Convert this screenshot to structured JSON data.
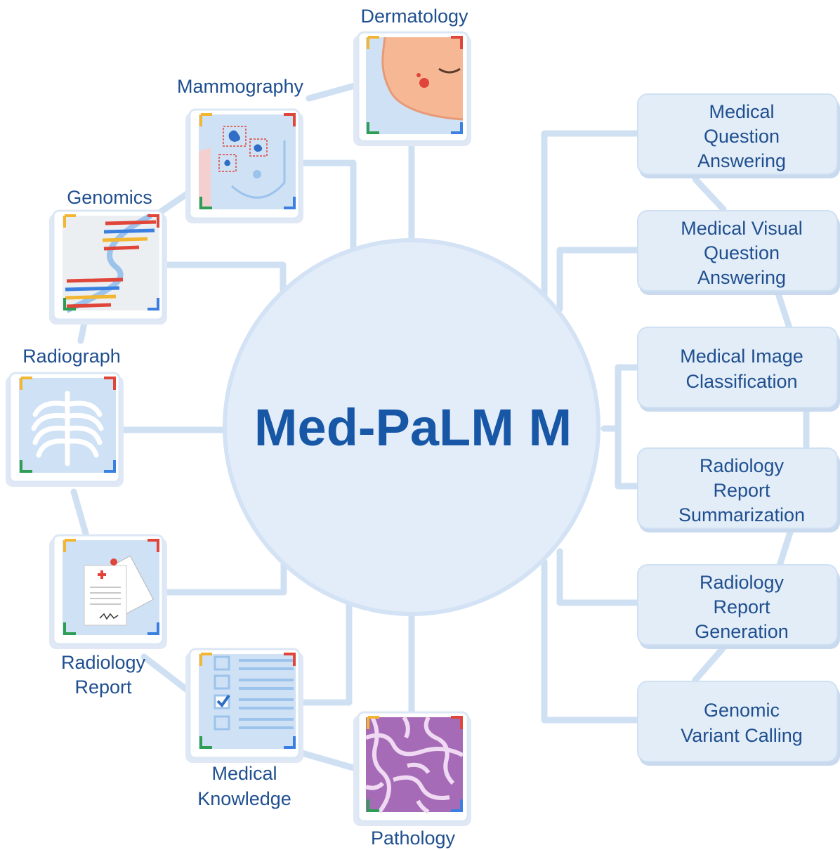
{
  "center": {
    "title": "Med-PaLM M"
  },
  "modalities": [
    {
      "id": "dermatology",
      "label": "Dermatology"
    },
    {
      "id": "mammography",
      "label": "Mammography"
    },
    {
      "id": "genomics",
      "label": "Genomics"
    },
    {
      "id": "radiograph",
      "label": "Radiograph"
    },
    {
      "id": "radiology-report",
      "label_lines": [
        "Radiology",
        "Report"
      ]
    },
    {
      "id": "medical-knowledge",
      "label_lines": [
        "Medical",
        "Knowledge"
      ]
    },
    {
      "id": "pathology",
      "label": "Pathology"
    }
  ],
  "tasks": [
    {
      "id": "mqa",
      "lines": [
        "Medical",
        "Question",
        "Answering"
      ]
    },
    {
      "id": "mvqa",
      "lines": [
        "Medical Visual",
        "Question",
        "Answering"
      ]
    },
    {
      "id": "mic",
      "lines": [
        "Medical Image",
        "Classification"
      ]
    },
    {
      "id": "rrs",
      "lines": [
        "Radiology",
        "Report",
        "Summarization"
      ]
    },
    {
      "id": "rrg",
      "lines": [
        "Radiology",
        "Report",
        "Generation"
      ]
    },
    {
      "id": "gvc",
      "lines": [
        "Genomic",
        "Variant Calling"
      ]
    }
  ],
  "colors": {
    "label": "#1f4f8f",
    "hub_text": "#1757a6",
    "hub_fill": "#e3edf9",
    "connector": "#cfe0f3",
    "task_fill": "#e3edf8",
    "corner_yellow": "#f2b632",
    "corner_red": "#e0453a",
    "corner_green": "#2e9e55",
    "corner_blue": "#3b7fe0"
  }
}
